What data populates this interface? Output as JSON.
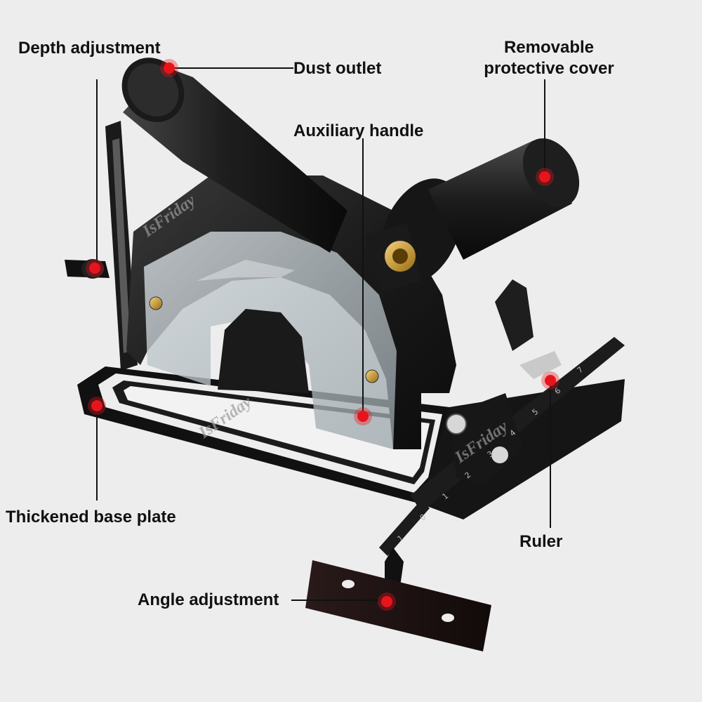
{
  "labels": {
    "depth_adjustment": "Depth adjustment",
    "dust_outlet": "Dust outlet",
    "removable_cover_line1": "Removable",
    "removable_cover_line2": "protective cover",
    "auxiliary_handle": "Auxiliary handle",
    "thickened_base_plate": "Thickened base plate",
    "ruler": "Ruler",
    "angle_adjustment": "Angle adjustment"
  },
  "watermark": "IsFriday",
  "ruler_numbers": [
    "1",
    "0",
    "1",
    "2",
    "3",
    "4",
    "5",
    "6",
    "7"
  ],
  "colors": {
    "background": "#ededed",
    "marker": "#e8141c",
    "metal": "#151515",
    "leader": "#111111"
  }
}
